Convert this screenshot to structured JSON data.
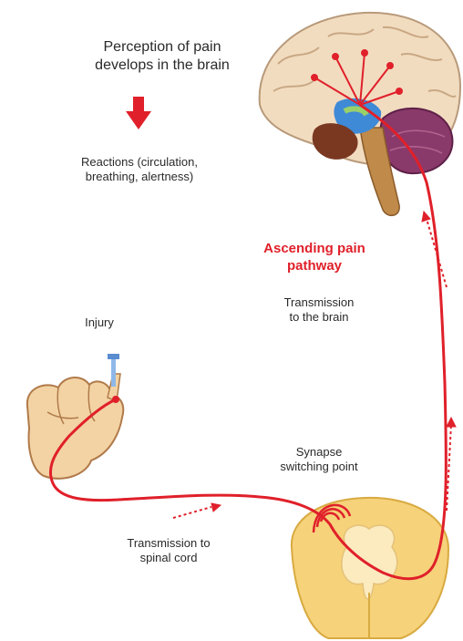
{
  "labels": {
    "perception_l1": "Perception of pain",
    "perception_l2": "develops in the brain",
    "reactions_l1": "Reactions (circulation,",
    "reactions_l2": "breathing, alertness)",
    "ascending_l1": "Ascending pain",
    "ascending_l2": "pathway",
    "brain_l1": "Transmission",
    "brain_l2": "to the brain",
    "injury": "Injury",
    "synapse_l1": "Synapse",
    "synapse_l2": "switching point",
    "spinal_l1": "Transmission to",
    "spinal_l2": "spinal cord"
  },
  "colors": {
    "pathway_red": "#e0202a",
    "brain_tan": "#f2dcc0",
    "spinal_yellow": "#f6d27a",
    "cerebellum_purple": "#8a3a6a",
    "skin": "#f3d3a4"
  },
  "icons": {
    "down_arrow": "red-down-arrow-icon",
    "hand": "hand-illustration",
    "brain": "brain-illustration",
    "spinal_cord": "spinal-cord-cross-section"
  }
}
